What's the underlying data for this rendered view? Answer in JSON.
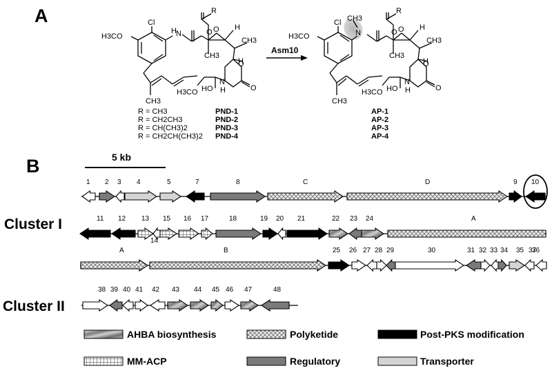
{
  "panel_a": {
    "label": "A",
    "reagent": "Asm10",
    "r_group": "R",
    "substrate_atoms": {
      "cl": "Cl",
      "methoxy": "H3CO",
      "nh": "H",
      "nh_n": "N",
      "o_ester": "O",
      "o_epox": "O",
      "h_top": "H",
      "ch3_right": "CH3",
      "h_right": "H",
      "o_carb": "O",
      "nh2": "N",
      "h_nh2": "H",
      "o_carb2": "O",
      "ho": "HO",
      "h3co_bottom": "H3CO",
      "ch3_bottom": "CH3",
      "ch3_mid": "CH3"
    },
    "product_atoms": {
      "nme": "N",
      "ch3_nme": "CH3"
    },
    "r_definitions": [
      {
        "r": "R = CH3",
        "code": "PND-1"
      },
      {
        "r": "R = CH2CH3",
        "code": "PND-2"
      },
      {
        "r": "R = CH(CH3)2",
        "code": "PND-3"
      },
      {
        "r": "R = CH2CH(CH3)2",
        "code": "PND-4"
      }
    ],
    "products": [
      "AP-1",
      "AP-2",
      "AP-3",
      "AP-4"
    ]
  },
  "panel_b": {
    "label": "B",
    "scale_label": "5 kb",
    "cluster1_label": "Cluster I",
    "cluster2_label": "Cluster II",
    "row1_genes": [
      "1",
      "2",
      "3",
      "4",
      "5",
      "7",
      "8",
      "C",
      "D",
      "9",
      "10"
    ],
    "row2_genes": [
      "11",
      "12",
      "13",
      "14",
      "15",
      "16",
      "17",
      "18",
      "19",
      "20",
      "21",
      "22",
      "23",
      "24",
      "A"
    ],
    "row3_genes": [
      "A",
      "B",
      "25",
      "26",
      "27",
      "28",
      "29",
      "30",
      "31",
      "32",
      "33",
      "34",
      "35",
      "36",
      "37"
    ],
    "row4_genes": [
      "38",
      "39",
      "40",
      "41",
      "42",
      "43",
      "44",
      "45",
      "46",
      "47",
      "48"
    ],
    "legend": {
      "ahba": "AHBA biosynthesis",
      "polyketide": "Polyketide",
      "postpks": "Post-PKS modification",
      "mmacp": "MM-ACP",
      "regulatory": "Regulatory",
      "transporter": "Transporter"
    }
  }
}
